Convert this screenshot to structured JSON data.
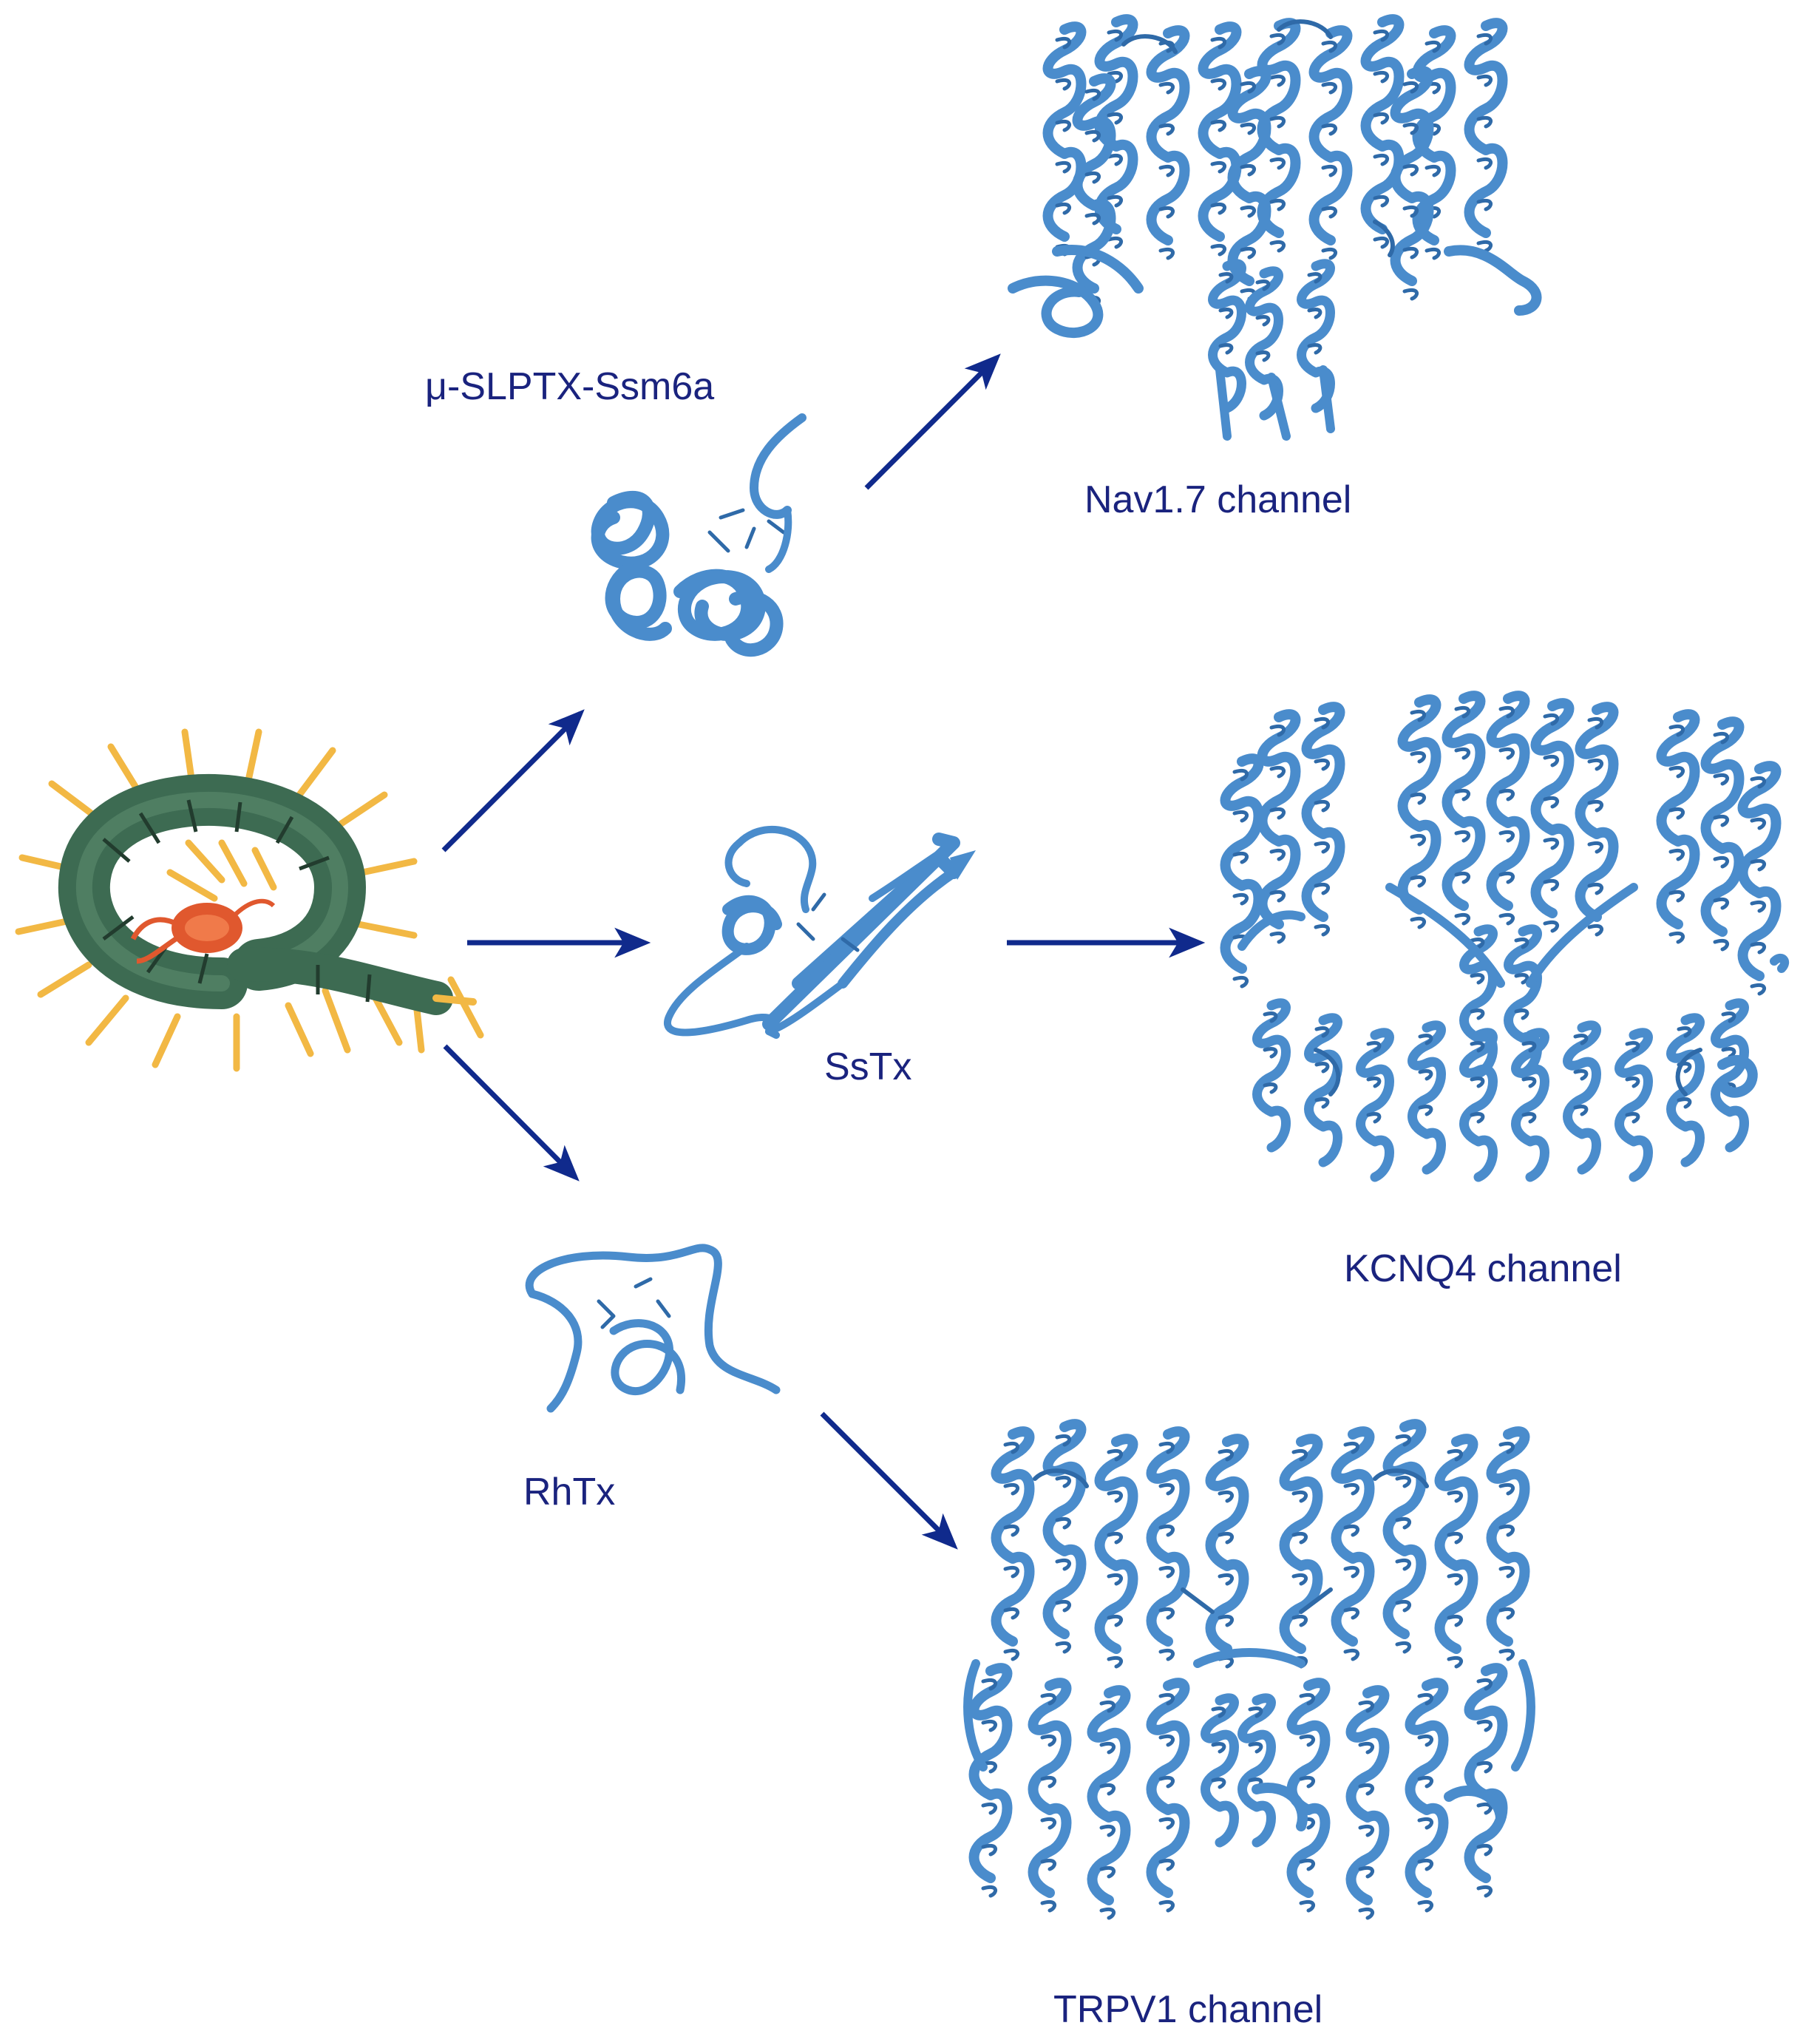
{
  "colors": {
    "arrow": "#102a8c",
    "label": "#1a237e",
    "protein": "#4a8ccc",
    "protein_dark": "#2f6aa8",
    "centipede_body": "#3d6b52",
    "centipede_legs": "#f2b844",
    "centipede_head": "#e0582e"
  },
  "icons": {
    "source": "centipede-icon"
  },
  "nodes": {
    "toxin_ssm6a": "μ-SLPTX-Ssm6a",
    "toxin_sstx": "SsTx",
    "toxin_rhtx": "RhTx",
    "channel_nav": "Nav1.7 channel",
    "channel_kcnq": "KCNQ4 channel",
    "channel_trpv": "TRPV1 channel"
  }
}
